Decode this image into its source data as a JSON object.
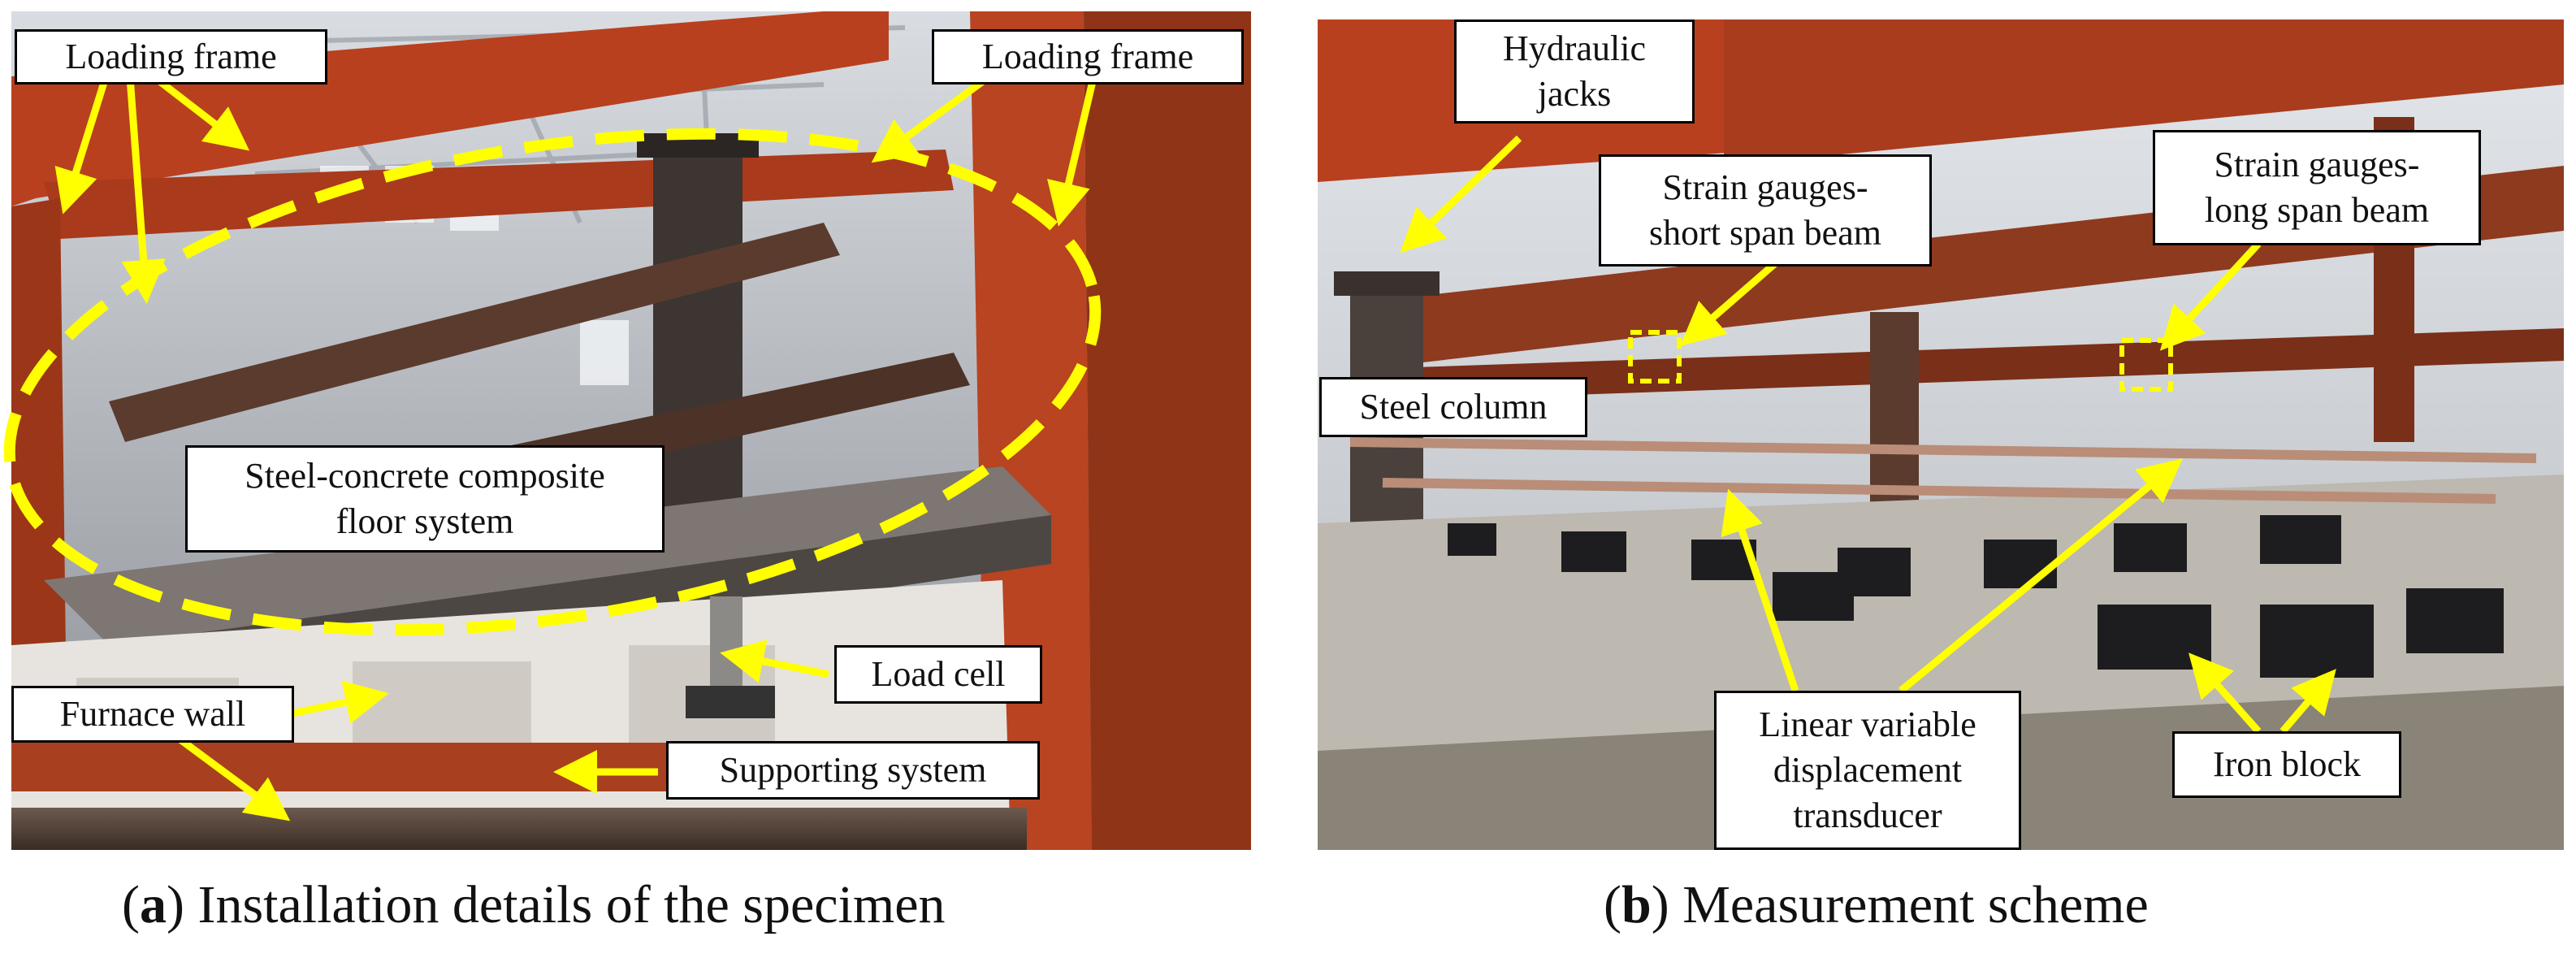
{
  "panel_a": {
    "labels": {
      "loading_frame_left": "Loading frame",
      "loading_frame_right": "Loading frame",
      "composite_floor": "Steel-concrete composite\nfloor system",
      "furnace_wall": "Furnace wall",
      "load_cell": "Load cell",
      "supporting_system": "Supporting system"
    },
    "caption_letter": "a",
    "caption_text": "Installation details of the specimen"
  },
  "panel_b": {
    "labels": {
      "hydraulic_jacks": "Hydraulic\njacks",
      "strain_short": "Strain gauges-\nshort span beam",
      "strain_long": "Strain gauges-\nlong span beam",
      "steel_column": "Steel column",
      "lvdt": "Linear variable\ndisplacement\ntransducer",
      "iron_block": "Iron block"
    },
    "caption_letter": "b",
    "caption_text": "Measurement scheme"
  },
  "colors": {
    "arrow": "#ffff00",
    "steel_red": "#b8401f",
    "outline": "#000000"
  }
}
